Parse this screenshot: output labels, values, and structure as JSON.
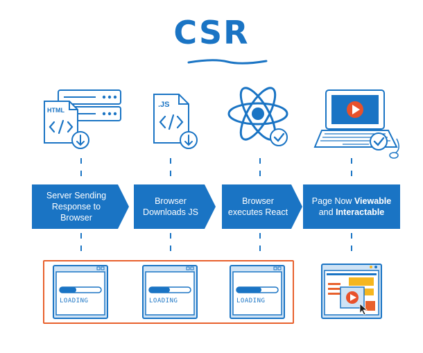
{
  "title": "CSR",
  "steps": [
    {
      "line1": "Server Sending",
      "line2": "Response to Browser"
    },
    {
      "line1": "Browser",
      "line2": "Downloads JS"
    },
    {
      "line1": "Browser",
      "line2": "executes React"
    },
    {
      "prefix": "Page Now ",
      "bold1": "Viewable",
      "middle": "and ",
      "bold2": "Interactable"
    }
  ],
  "icons": {
    "html_file": "HTML",
    "js_file": ".JS"
  },
  "loading_label": "LOADING",
  "colors": {
    "primary": "#1a74c4",
    "light_blue": "#cfe3f5",
    "accent_orange": "#e8602c",
    "yellow": "#f5b61f",
    "play_red": "#e8512b"
  }
}
